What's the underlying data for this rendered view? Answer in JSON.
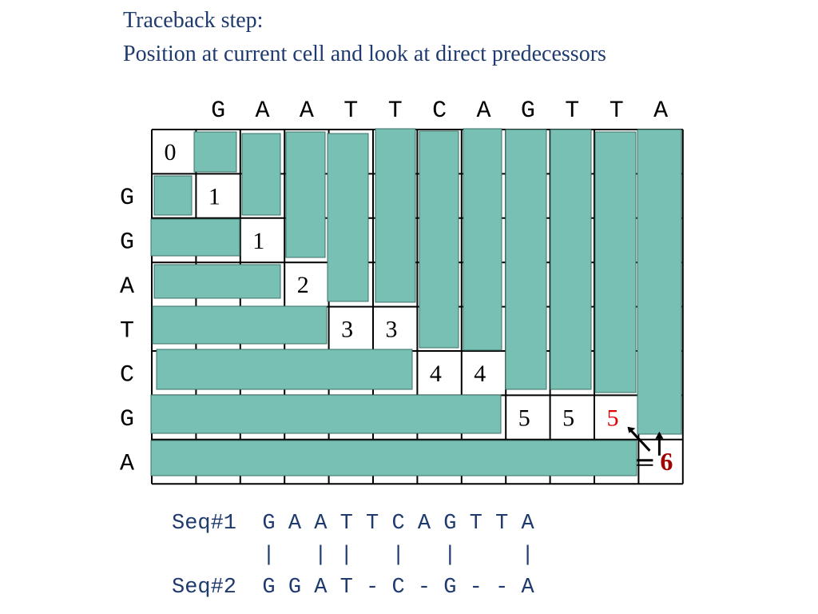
{
  "title_line1": "Traceback step:",
  "title_line2": "Position at current cell and look at direct predecessors",
  "matrix": {
    "col_letters": [
      "G",
      "A",
      "A",
      "T",
      "T",
      "C",
      "A",
      "G",
      "T",
      "T",
      "A"
    ],
    "row_letters": [
      "G",
      "G",
      "A",
      "T",
      "C",
      "G",
      "A"
    ],
    "cells": [
      {
        "row": 0,
        "col": 0,
        "text": "0",
        "color": "#000000"
      },
      {
        "row": 1,
        "col": 1,
        "text": "1",
        "color": "#000000"
      },
      {
        "row": 2,
        "col": 2,
        "text": "1",
        "color": "#000000"
      },
      {
        "row": 3,
        "col": 3,
        "text": "2",
        "color": "#000000"
      },
      {
        "row": 4,
        "col": 4,
        "text": "3",
        "color": "#000000"
      },
      {
        "row": 4,
        "col": 5,
        "text": "3",
        "color": "#000000"
      },
      {
        "row": 5,
        "col": 6,
        "text": "4",
        "color": "#000000"
      },
      {
        "row": 5,
        "col": 7,
        "text": "4",
        "color": "#000000"
      },
      {
        "row": 6,
        "col": 8,
        "text": "5",
        "color": "#000000"
      },
      {
        "row": 6,
        "col": 9,
        "text": "5",
        "color": "#000000"
      },
      {
        "row": 6,
        "col": 10,
        "text": "5",
        "color": "#e00000"
      },
      {
        "row": 7,
        "col": 11,
        "text": "6",
        "color": "#a00000"
      }
    ],
    "covered_color": "#78c0b4",
    "highlight_color": "#e00000",
    "current_color": "#a00000"
  },
  "alignment": {
    "seq1_label": "Seq#1",
    "seq1": "G A A T T C A G T T A",
    "matches": "|   | |   |   |     |",
    "seq2_label": "Seq#2",
    "seq2": "G G A T - C - G - - A"
  }
}
